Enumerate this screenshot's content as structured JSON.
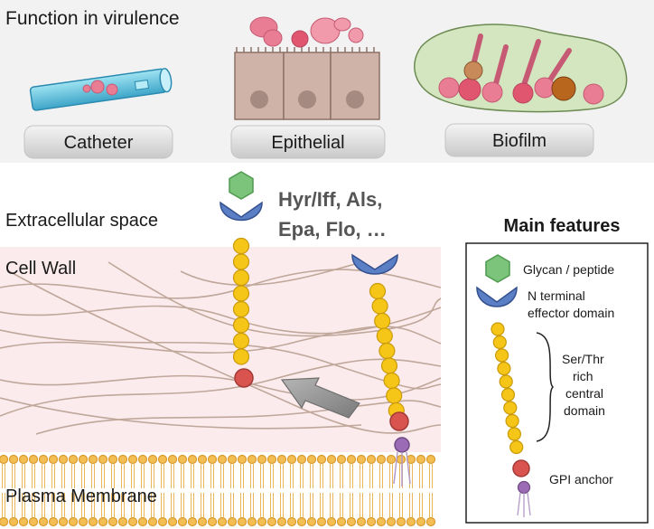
{
  "top_panel": {
    "title": "Function in virulence",
    "labels": [
      "Catheter",
      "Epithelial",
      "Biofilm"
    ]
  },
  "main_diagram": {
    "regions": {
      "extracellular": "Extracellular space",
      "cell_wall": "Cell Wall",
      "membrane": "Plasma Membrane"
    },
    "families_line1": "Hyr/Iff, Als,",
    "families_line2": "Epa, Flo, …"
  },
  "legend": {
    "title": "Main features",
    "glycan": "Glycan / peptide",
    "n_terminal_line1": "N terminal",
    "n_terminal_line2": "effector domain",
    "ser_thr_lines": [
      "Ser/Thr",
      "rich",
      "central",
      "domain"
    ],
    "gpi": "GPI anchor"
  },
  "colors": {
    "top_bg": "#f2f2f2",
    "cell_wall_bg": "#fcebed",
    "bead_yellow": "#f5c518",
    "effector_blue": "#5b7fc4",
    "glycan_green": "#7cc47c",
    "gpi_red": "#d9534f",
    "gpi_purple": "#9b6bb5",
    "membrane_head": "#f3bf55"
  }
}
